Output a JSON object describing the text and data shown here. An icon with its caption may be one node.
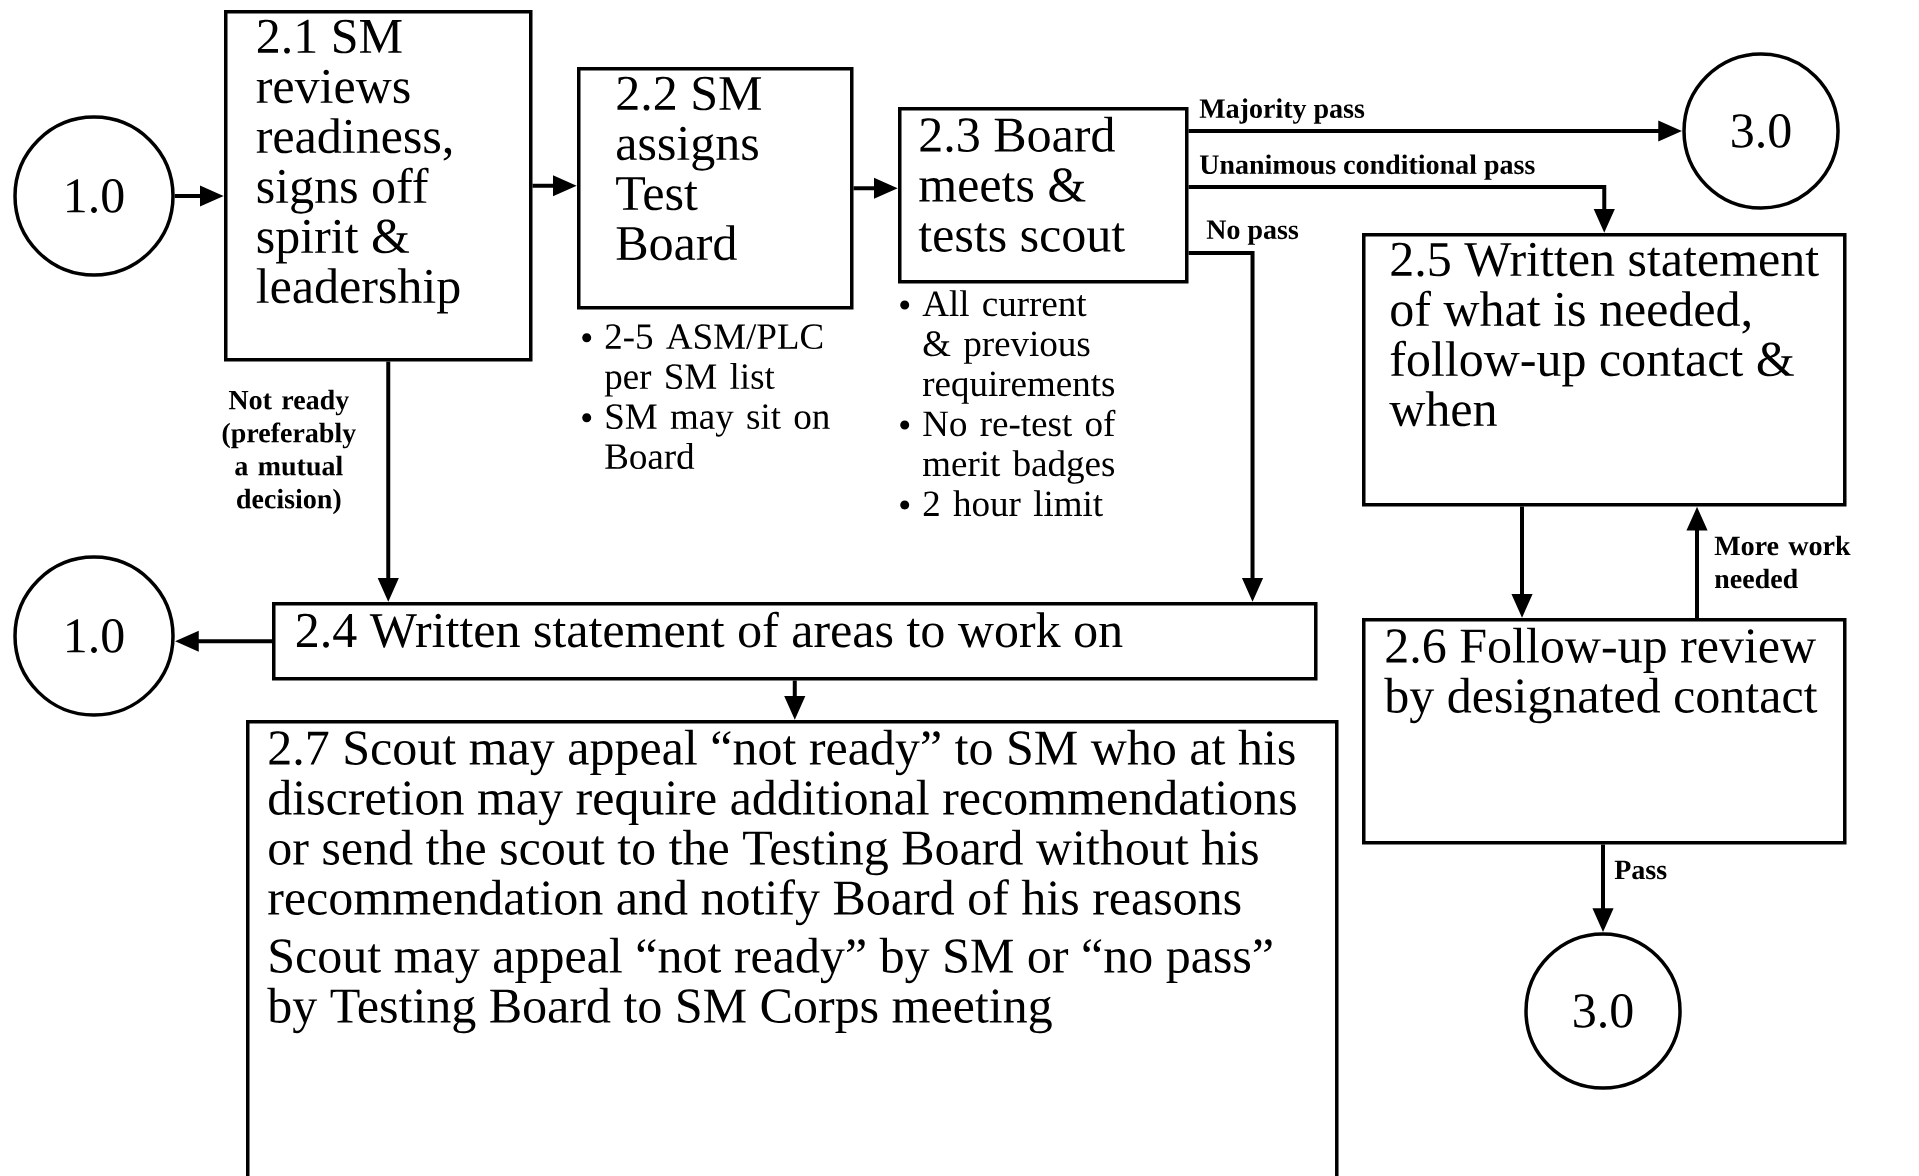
{
  "diagram": {
    "nodes": [
      {
        "text": [
          "1.0"
        ]
      },
      {
        "text": [
          "2.1 SM reviews readiness, signs off spirit & leadership"
        ]
      },
      {
        "text": [
          "2.2 SM assigns Test Board"
        ],
        "beside": [
          "2-5 ASM/PLC per SM list",
          "SM may sit on Board"
        ]
      },
      {
        "text": [
          "2.3 Board meets & tests scout"
        ],
        "beside": [
          "All current & previous requirements",
          "No re-test of merit badges",
          "2 hour limit"
        ]
      },
      {
        "text": [
          "3.0"
        ]
      },
      {
        "text": [
          "2.5 Written statement of what is needed, follow-up contact & when"
        ]
      },
      {
        "text": [
          "1.0"
        ]
      },
      {
        "text": [
          "2.4 Written statement of areas to work on"
        ]
      },
      {
        "text": [
          "2.6 Follow-up review by designated contact"
        ]
      },
      {
        "text": [
          "2.7 Scout may appeal “not ready” to SM who at his discretion may require additional recommendations or send the scout to the Testing Board without his recommendation and notify Board of his reasons",
          "Scout may appeal “not ready” by SM or “no pass” by Testing Board to SM Corps meeting"
        ]
      },
      {
        "text": [
          "3.0"
        ]
      }
    ],
    "edges": [
      {
        "from": 0,
        "to": 1,
        "arrow": "to"
      },
      {
        "from": 1,
        "to": 2,
        "arrow": "to"
      },
      {
        "from": 2,
        "to": 3,
        "arrow": "to"
      },
      {
        "from": 3,
        "to": 4,
        "arrow": "to",
        "label": "Majority pass"
      },
      {
        "from": 3,
        "to": 5,
        "arrow": "to",
        "label": "Unanimous conditional pass"
      },
      {
        "from": 3,
        "to": 7,
        "arrow": "to",
        "label": "No pass"
      },
      {
        "from": 1,
        "to": 7,
        "arrow": "to",
        "label": "Not ready (preferably a mutual decision)"
      },
      {
        "from": 7,
        "to": 6,
        "arrow": "to"
      },
      {
        "from": 7,
        "to": 9,
        "arrow": "to"
      },
      {
        "from": 5,
        "to": 8,
        "arrow": "to"
      },
      {
        "from": 8,
        "to": 5,
        "arrow": "to",
        "label": "More work needed"
      },
      {
        "from": 8,
        "to": 10,
        "arrow": "to",
        "label": "Pass"
      }
    ]
  }
}
